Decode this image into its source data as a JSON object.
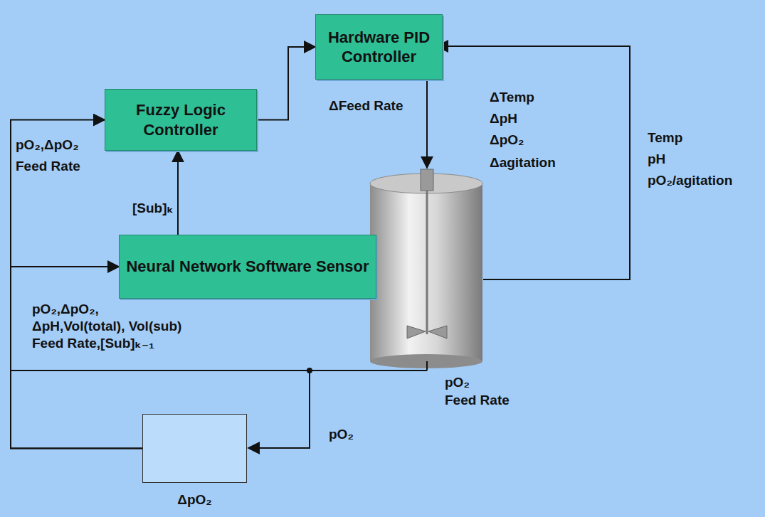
{
  "diagram": {
    "nodes": [
      {
        "text": [
          "Hardware PID Controller"
        ]
      },
      {
        "text": [
          "Fuzzy Logic Controller"
        ]
      },
      {
        "text": [
          "Neural Network Software Sensor"
        ]
      },
      {
        "text": [
          "ΔpO₂"
        ]
      }
    ],
    "edges": [
      {
        "from": 1,
        "to": 0,
        "arrow": "to",
        "label": "ΔFeed Rate"
      },
      {
        "from": 2,
        "to": 1,
        "arrow": "to",
        "label": "[Sub]ₖ"
      },
      {
        "from": 3,
        "to": 1,
        "arrow": "to"
      },
      {
        "from": 3,
        "to": 2,
        "arrow": "to"
      }
    ],
    "labels": [
      "ΔTemp",
      "ΔpH",
      "ΔpO₂",
      "Δagitation",
      "Temp",
      "pH",
      "pO₂/agitation",
      "pO₂,ΔpO₂",
      "Feed Rate",
      "pO₂,ΔpO₂,",
      "ΔpH,Vol(total), Vol(sub)",
      "Feed Rate,[Sub]ₖ₋₁",
      "pO₂",
      "Feed Rate",
      "pO₂"
    ]
  }
}
